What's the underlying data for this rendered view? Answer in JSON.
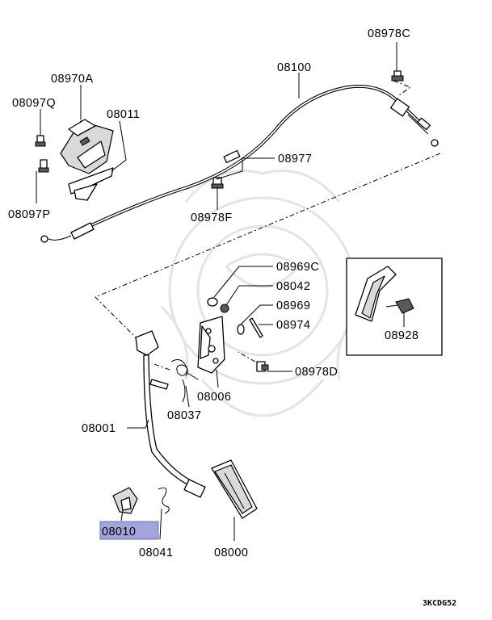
{
  "diagram": {
    "labels": {
      "p08978C": "08978C",
      "p08100": "08100",
      "p08970A": "08970A",
      "p08097Q": "08097Q",
      "p08011": "08011",
      "p08977": "08977",
      "p08097P": "08097P",
      "p08978F": "08978F",
      "p08969C": "08969C",
      "p08042": "08042",
      "p08969": "08969",
      "p08974": "08974",
      "p08928": "08928",
      "p08978D": "08978D",
      "p08006": "08006",
      "p08037": "08037",
      "p08001": "08001",
      "p08010": "08010",
      "p08041": "08041",
      "p08000": "08000"
    },
    "highlighted_part": "08010",
    "highlight_color": "#a3a3dd",
    "diagram_code": "3KCDG52"
  }
}
